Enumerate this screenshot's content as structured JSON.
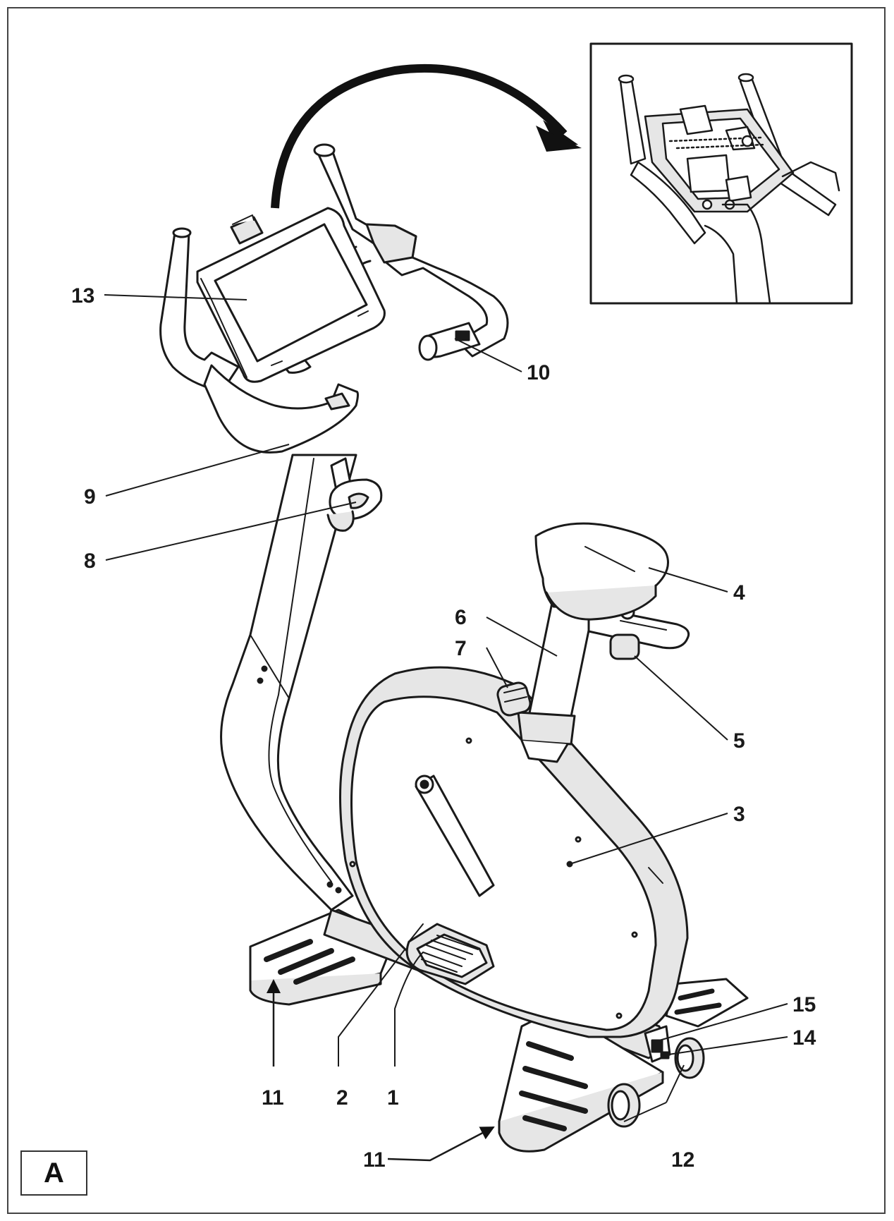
{
  "figure_letter": "A",
  "callouts": [
    {
      "id": "1",
      "text": "1"
    },
    {
      "id": "2",
      "text": "2"
    },
    {
      "id": "3",
      "text": "3"
    },
    {
      "id": "4",
      "text": "4"
    },
    {
      "id": "5",
      "text": "5"
    },
    {
      "id": "6",
      "text": "6"
    },
    {
      "id": "7",
      "text": "7"
    },
    {
      "id": "8",
      "text": "8"
    },
    {
      "id": "9",
      "text": "9"
    },
    {
      "id": "10",
      "text": "10"
    },
    {
      "id": "11a",
      "text": "11"
    },
    {
      "id": "11b",
      "text": "11"
    },
    {
      "id": "12",
      "text": "12"
    },
    {
      "id": "13",
      "text": "13"
    },
    {
      "id": "14",
      "text": "14"
    },
    {
      "id": "15",
      "text": "15"
    }
  ],
  "colors": {
    "line": "#1a1a1a",
    "fill": "#ffffff",
    "shade": "#e6e6e6",
    "dark": "#111111"
  }
}
